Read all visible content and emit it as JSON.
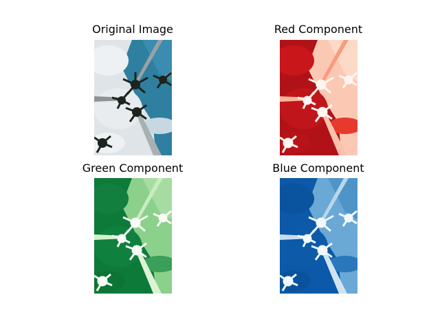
{
  "panels": [
    {
      "title": "Original Image"
    },
    {
      "title": "Red Component"
    },
    {
      "title": "Green Component"
    },
    {
      "title": "Blue Component"
    }
  ],
  "colors": {
    "original_sky": "#2f7fa0",
    "original_cloud": "#e6e9ec",
    "original_tree": "#1b241e",
    "red_dark": "#b11217",
    "red_light": "#fbc9b3",
    "green_dark": "#0d7a3a",
    "green_light": "#8bd08b",
    "blue_dark": "#0b59a8",
    "blue_light": "#6aa8d6"
  }
}
